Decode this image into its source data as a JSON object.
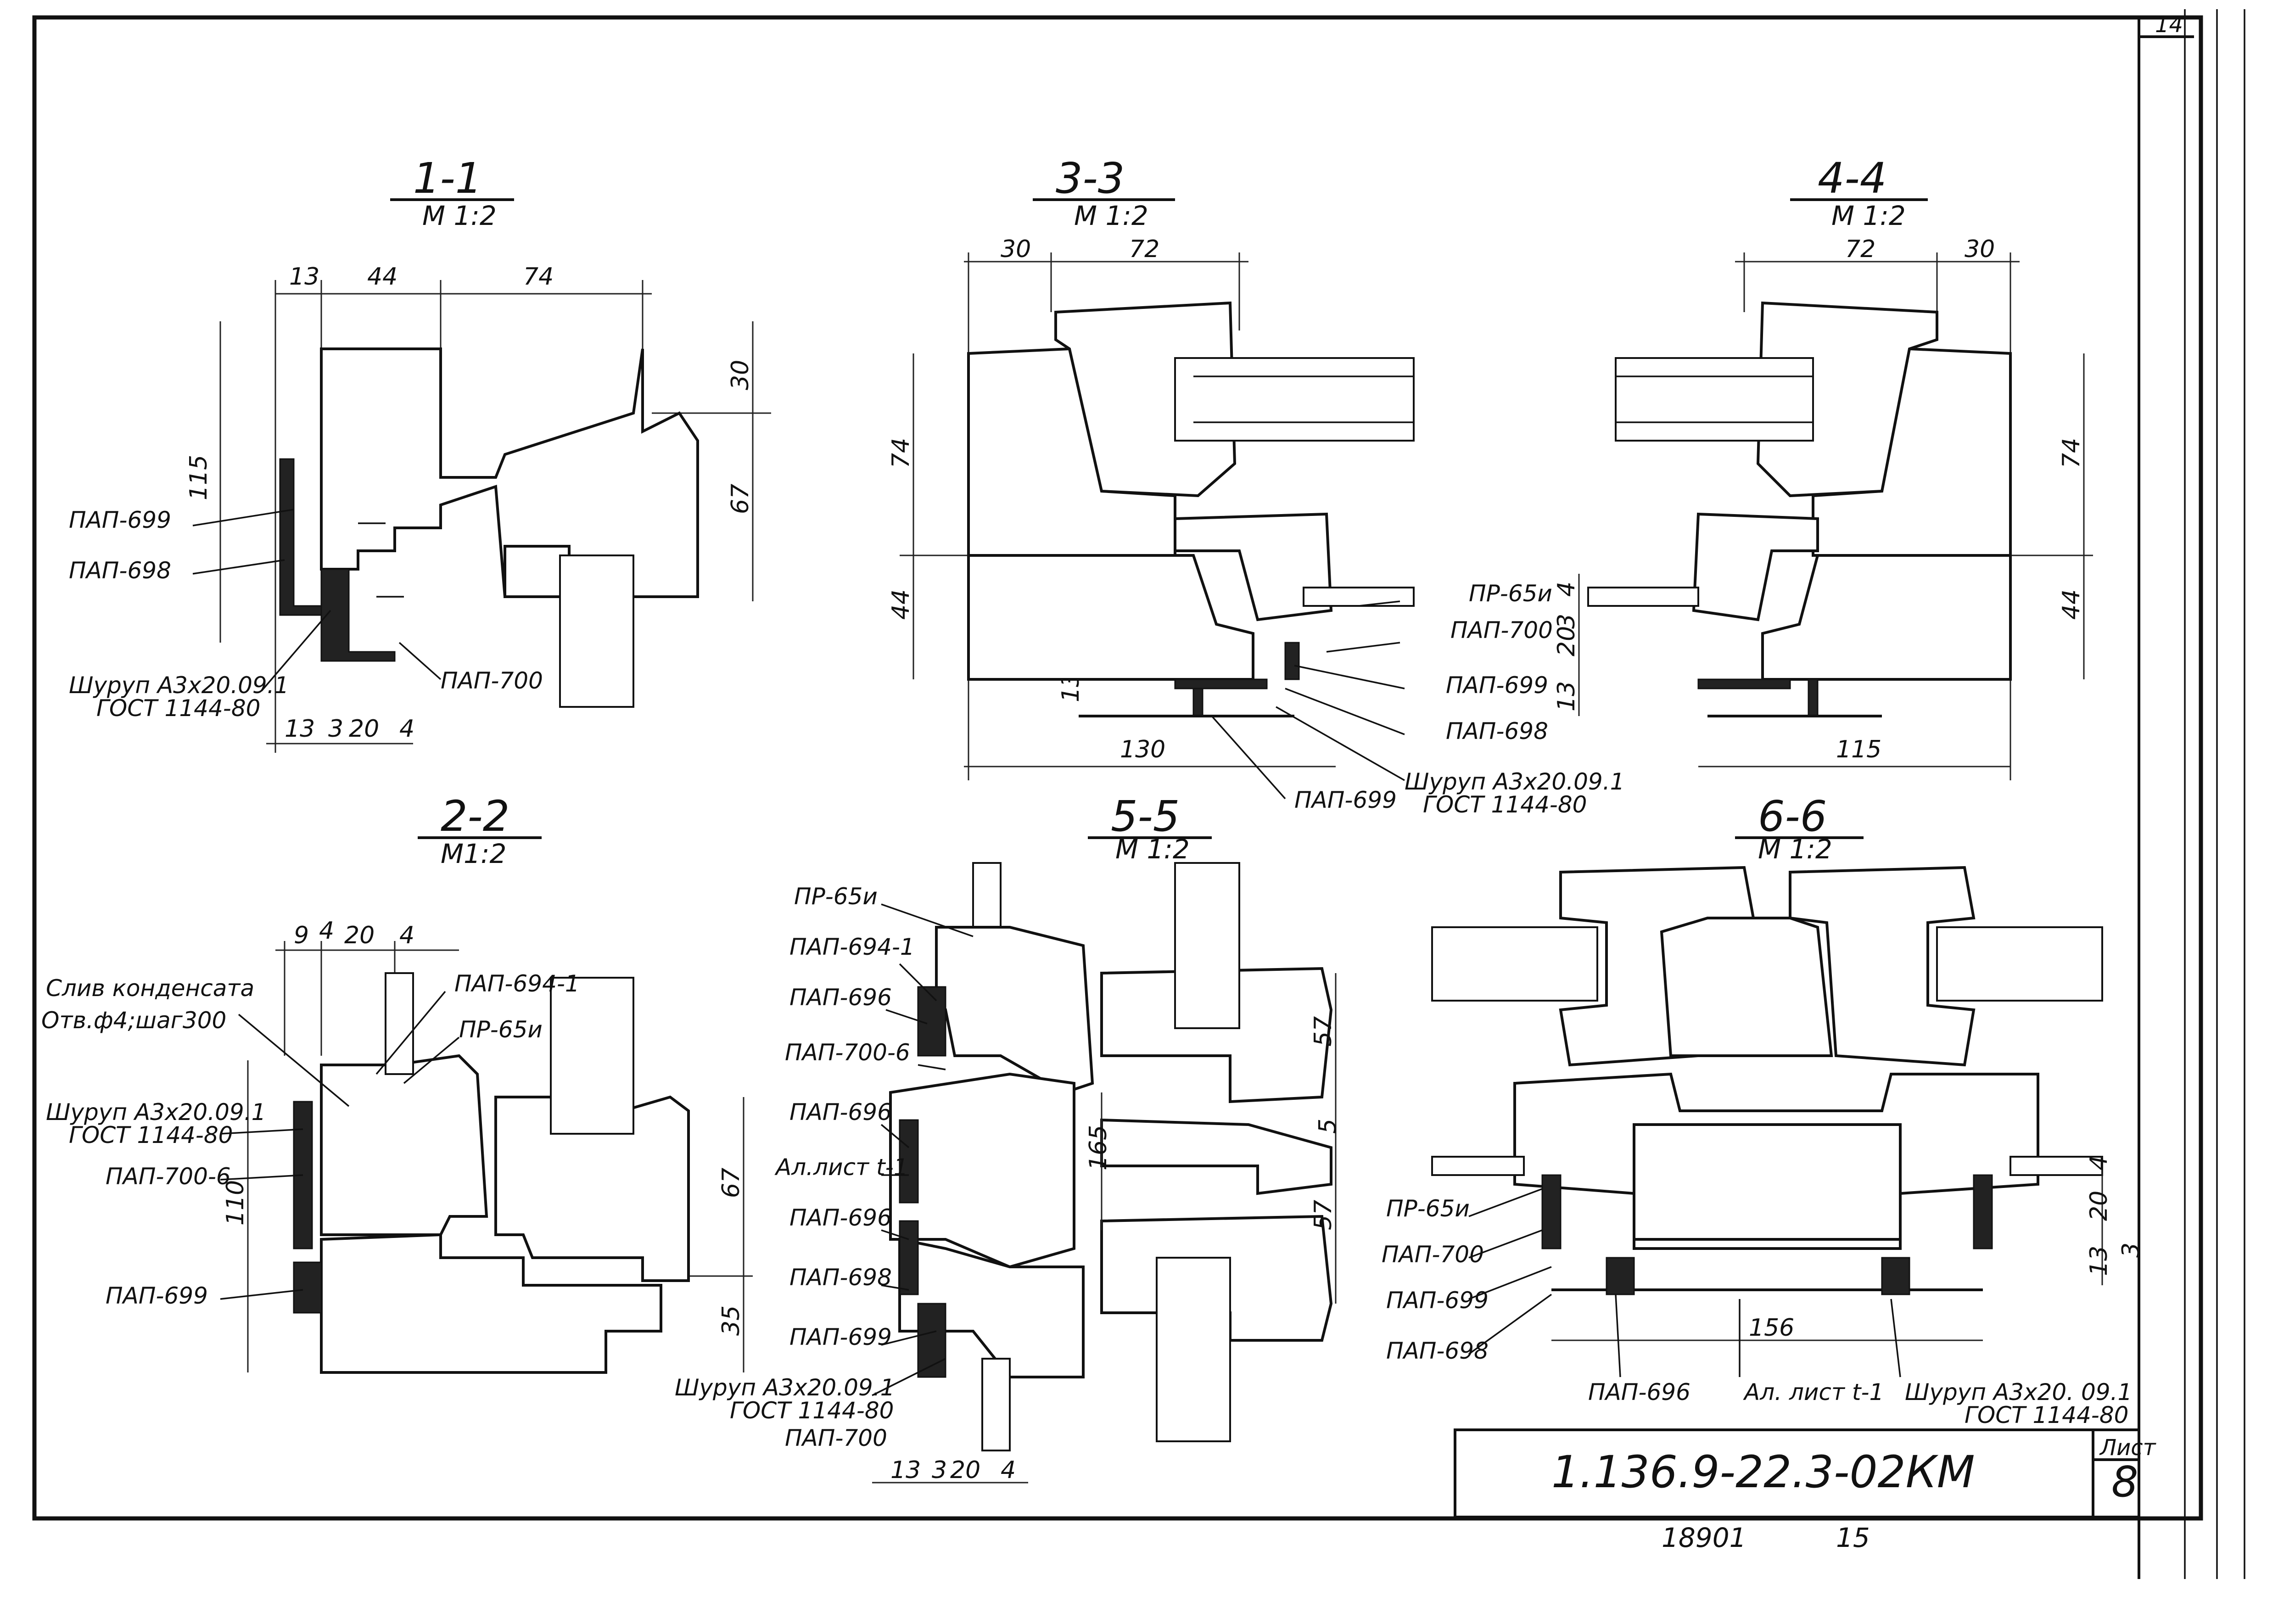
{
  "sheet": {
    "corner_number": "14",
    "document_code": "1.136.9-22.3-02КМ",
    "sheet_label": "Лист",
    "sheet_number": "8",
    "bottom_numbers": [
      "18901",
      "15"
    ]
  },
  "sections": {
    "s11": {
      "title": "1-1",
      "scale": "М 1:2",
      "dims": {
        "top": [
          "13",
          "44",
          "74"
        ],
        "left": "115",
        "right": [
          "30",
          "67"
        ],
        "bottom": [
          "13",
          "3",
          "20",
          "4"
        ]
      },
      "labels": {
        "a": "ПАП-699",
        "b": "ПАП-698",
        "c": "Шуруп А3х20.09.1",
        "d": "ГОСТ 1144-80",
        "e": "ПАП-700"
      }
    },
    "s33": {
      "title": "3-3",
      "scale": "М 1:2",
      "dims": {
        "top": [
          "30",
          "72"
        ],
        "left": [
          "74",
          "44"
        ],
        "small": "13",
        "bottom": "130"
      },
      "labels": {
        "a": "ПР-65и",
        "b": "ПАП-700",
        "c": "ПАП-699",
        "d": "ПАП-698",
        "e": "Шуруп А3х20.09.1",
        "f": "ГОСТ 1144-80",
        "g": "ПАП-699"
      }
    },
    "s44": {
      "title": "4-4",
      "scale": "М 1:2",
      "dims": {
        "top": [
          "72",
          "30"
        ],
        "right": [
          "74",
          "44"
        ],
        "left": [
          "4",
          "3",
          "20",
          "13"
        ],
        "bottom": "115"
      }
    },
    "s22": {
      "title": "2-2",
      "scale": "М1:2",
      "dims": {
        "top": [
          "9",
          "4",
          "20",
          "4"
        ],
        "left": "110",
        "right": [
          "67",
          "35"
        ]
      },
      "labels": {
        "a": "Слив конденсата",
        "b": "Отв.ф4;шаг300",
        "c": "ПАП-694-1",
        "d": "ПР-65и",
        "e": "Шуруп А3х20.09.1",
        "f": "ГОСТ 1144-80",
        "g": "ПАП-700-6",
        "h": "ПАП-699"
      }
    },
    "s55": {
      "title": "5-5",
      "scale": "М 1:2",
      "dims": {
        "mid": "165",
        "right": [
          "57",
          "5",
          "57"
        ],
        "bottom": [
          "13",
          "3",
          "20",
          "4"
        ]
      },
      "labels": {
        "a": "ПР-65и",
        "b": "ПАП-694-1",
        "c": "ПАП-696",
        "d": "ПАП-700-6",
        "e": "ПАП-696",
        "f": "Ал.лист t-1",
        "g": "ПАП-696",
        "h": "ПАП-698",
        "i": "ПАП-699",
        "j": "Шуруп А3х20.09.1",
        "k": "ГОСТ 1144-80",
        "l": "ПАП-700"
      }
    },
    "s66": {
      "title": "6-6",
      "scale": "М 1:2",
      "dims": {
        "bottom": "156",
        "right": [
          "4",
          "20",
          "3",
          "13"
        ]
      },
      "labels": {
        "a": "ПР-65и",
        "b": "ПАП-700",
        "c": "ПАП-699",
        "d": "ПАП-698",
        "e": "ПАП-696",
        "f": "Ал. лист t-1",
        "g": "Шуруп А3х20. 09.1",
        "h": "ГОСТ 1144-80"
      }
    }
  }
}
